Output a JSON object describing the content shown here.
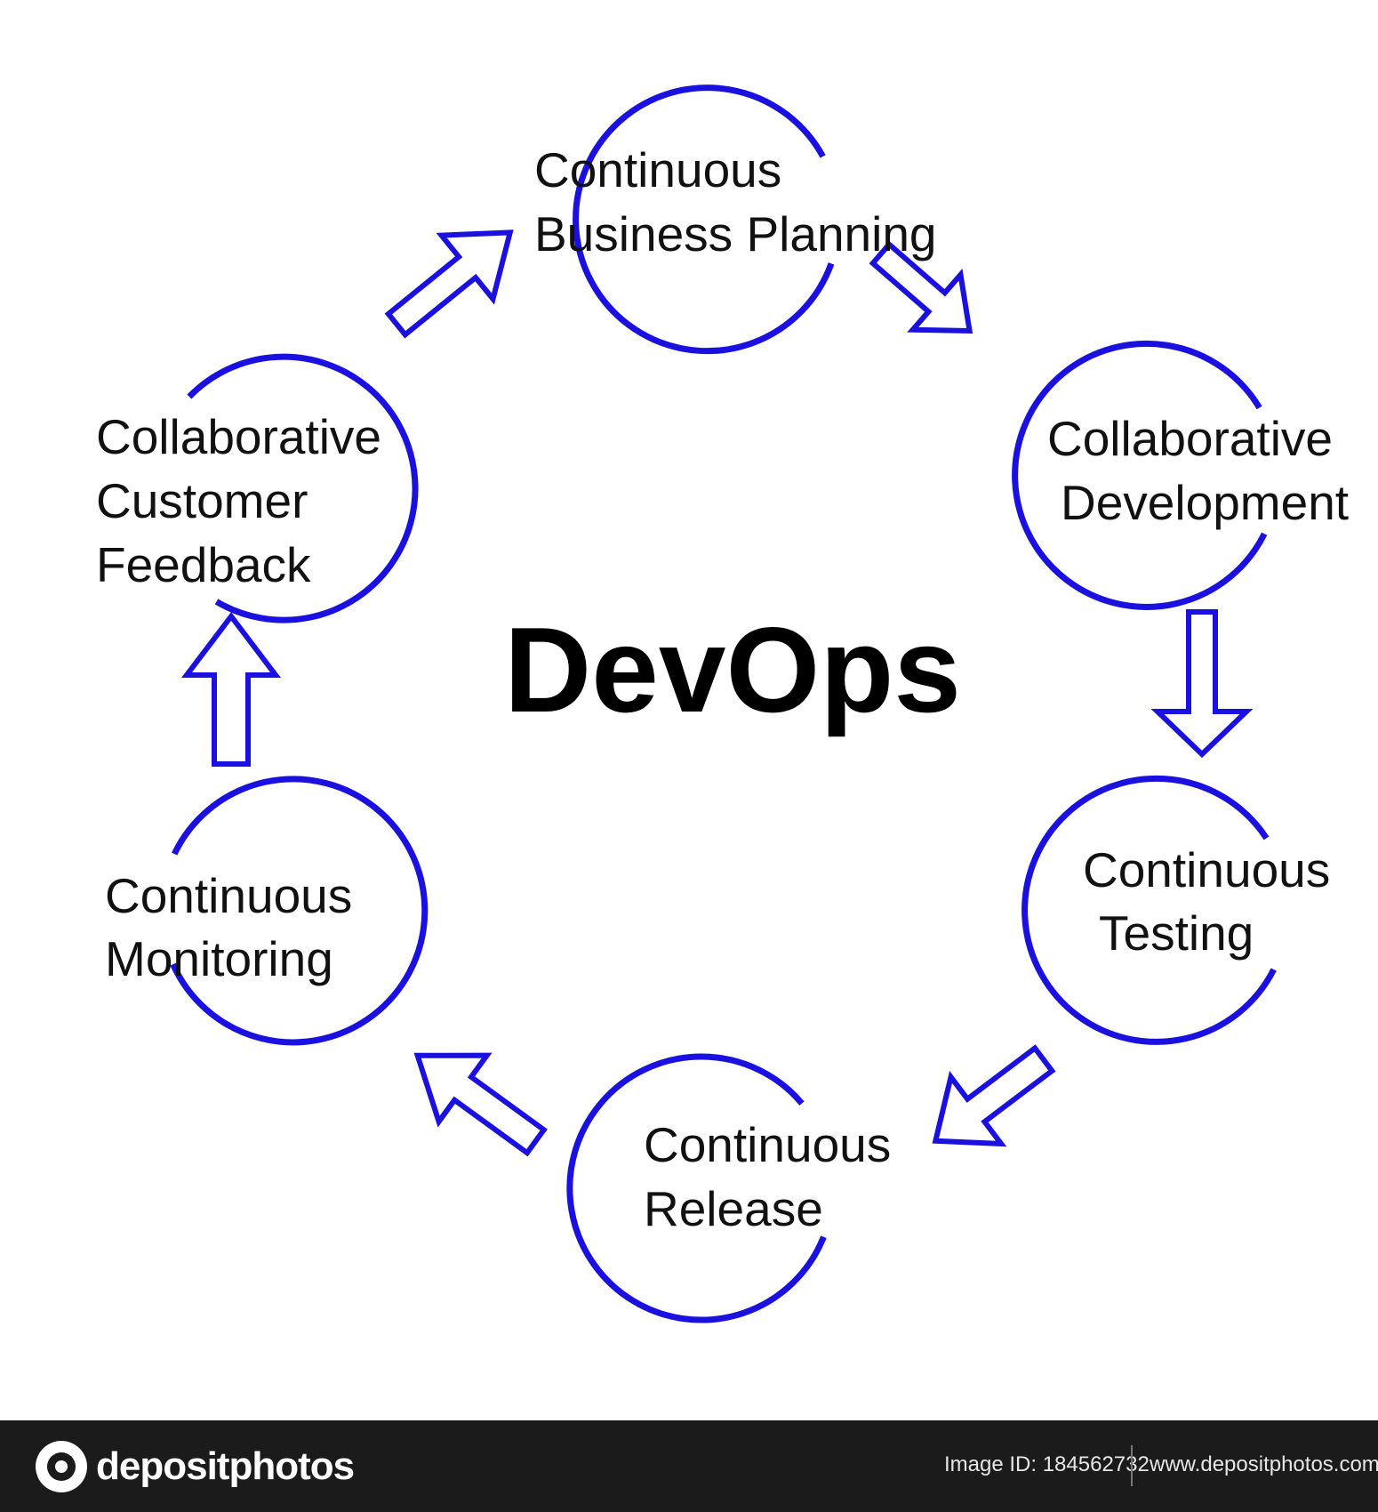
{
  "diagram": {
    "title": "DevOps",
    "nodes": [
      {
        "id": "business-planning",
        "lines": [
          "Continuous",
          "Business Planning"
        ]
      },
      {
        "id": "collab-development",
        "lines": [
          "Collaborative",
          "Development"
        ]
      },
      {
        "id": "testing",
        "lines": [
          "Continuous",
          "Testing"
        ]
      },
      {
        "id": "release",
        "lines": [
          "Continuous",
          "Release"
        ]
      },
      {
        "id": "monitoring",
        "lines": [
          "Continuous",
          "Monitoring"
        ]
      },
      {
        "id": "customer-feedback",
        "lines": [
          "Collaborative",
          "Customer",
          "Feedback"
        ]
      }
    ],
    "edges": [
      {
        "from": "business-planning",
        "to": "collab-development"
      },
      {
        "from": "collab-development",
        "to": "testing"
      },
      {
        "from": "testing",
        "to": "release"
      },
      {
        "from": "release",
        "to": "monitoring"
      },
      {
        "from": "monitoring",
        "to": "customer-feedback"
      },
      {
        "from": "customer-feedback",
        "to": "business-planning"
      }
    ],
    "colors": {
      "ring": "#1a10e0",
      "arrow_stroke": "#1a10e0",
      "arrow_fill": "#ffffff",
      "text": "#111111"
    }
  },
  "footer": {
    "brand": "depositphotos",
    "image_id": "Image ID: 184562732",
    "url": "www.depositphotos.com"
  }
}
